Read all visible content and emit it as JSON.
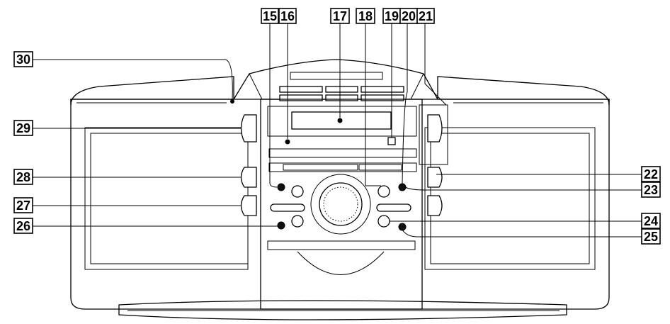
{
  "callouts": [
    {
      "id": "c15",
      "label": "15"
    },
    {
      "id": "c16",
      "label": "16"
    },
    {
      "id": "c17",
      "label": "17"
    },
    {
      "id": "c18",
      "label": "18"
    },
    {
      "id": "c19",
      "label": "19"
    },
    {
      "id": "c20",
      "label": "20"
    },
    {
      "id": "c21",
      "label": "21"
    },
    {
      "id": "c22",
      "label": "22"
    },
    {
      "id": "c23",
      "label": "23"
    },
    {
      "id": "c24",
      "label": "24"
    },
    {
      "id": "c25",
      "label": "25"
    },
    {
      "id": "c26",
      "label": "26"
    },
    {
      "id": "c27",
      "label": "27"
    },
    {
      "id": "c28",
      "label": "28"
    },
    {
      "id": "c29",
      "label": "29"
    },
    {
      "id": "c30",
      "label": "30"
    }
  ]
}
